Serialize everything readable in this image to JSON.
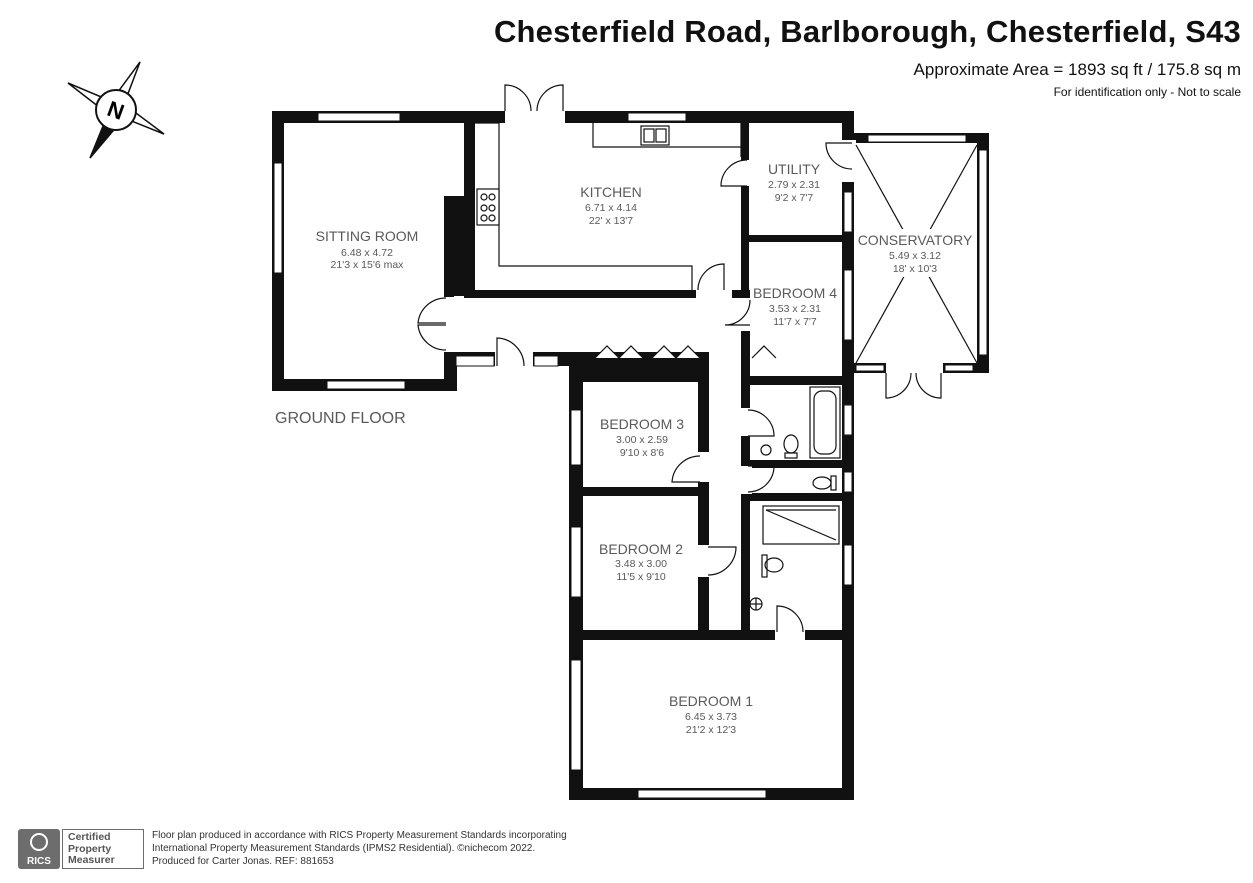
{
  "header": {
    "title": "Chesterfield Road, Barlborough, Chesterfield, S43",
    "area": "Approximate Area = 1893 sq ft / 175.8 sq m",
    "note": "For identification only - Not to scale"
  },
  "compass": {
    "label": "N"
  },
  "floor_label": "GROUND FLOOR",
  "rooms": {
    "sitting": {
      "name": "SITTING ROOM",
      "metric": "6.48 x 4.72",
      "imperial": "21'3 x 15'6 max"
    },
    "kitchen": {
      "name": "KITCHEN",
      "metric": "6.71 x 4.14",
      "imperial": "22' x 13'7"
    },
    "utility": {
      "name": "UTILITY",
      "metric": "2.79 x 2.31",
      "imperial": "9'2 x 7'7"
    },
    "conservatory": {
      "name": "CONSERVATORY",
      "metric": "5.49 x 3.12",
      "imperial": "18' x 10'3"
    },
    "bedroom4": {
      "name": "BEDROOM 4",
      "metric": "3.53 x 2.31",
      "imperial": "11'7 x 7'7"
    },
    "bedroom3": {
      "name": "BEDROOM 3",
      "metric": "3.00 x 2.59",
      "imperial": "9'10 x 8'6"
    },
    "bedroom2": {
      "name": "BEDROOM 2",
      "metric": "3.48 x 3.00",
      "imperial": "11'5 x 9'10"
    },
    "bedroom1": {
      "name": "BEDROOM 1",
      "metric": "6.45 x 3.73",
      "imperial": "21'2 x 12'3"
    }
  },
  "footer": {
    "logo_text": "RICS",
    "cert_lines": [
      "Certified",
      "Property",
      "Measurer"
    ],
    "lines": [
      "Floor plan produced in accordance with RICS Property Measurement Standards incorporating",
      "International Property Measurement Standards (IPMS2 Residential).   ©nichecom 2022.",
      "Produced for Carter Jonas.   REF:  881653"
    ]
  },
  "colors": {
    "wall": "#111111",
    "text_grey": "#5a5a5a"
  }
}
